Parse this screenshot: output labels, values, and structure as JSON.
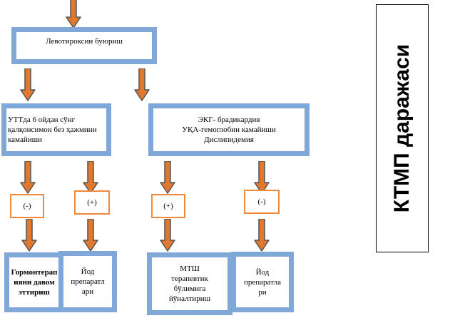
{
  "top_box": "Левотироксин буюриш",
  "left_box": "УТТда 6 ойдан сўнг қалқонсимон без ҳажмини камайиши",
  "right_box": [
    "ЭКГ- брадикардия",
    "УҚА-гемоглобин камайиши",
    "Дислипидемия"
  ],
  "signs": [
    "(-)",
    "(+)",
    "(+)",
    "(-)"
  ],
  "bottom_boxes": [
    [
      "Гормонтерап",
      "ияни давом",
      "эттириш"
    ],
    [
      "Йод",
      "препаратл",
      "ари"
    ],
    [
      "МТШ",
      "терапевтик",
      "бўлимига",
      "йўналтириш"
    ],
    [
      "Йод",
      "препаратла",
      "ри"
    ]
  ],
  "side_label": "КТМП даражаси",
  "colors": {
    "box_border": "#7fa8d8",
    "arrow_fill": "#e0792d",
    "arrow_stroke": "#555555",
    "sign_border": "#f08a3a"
  }
}
